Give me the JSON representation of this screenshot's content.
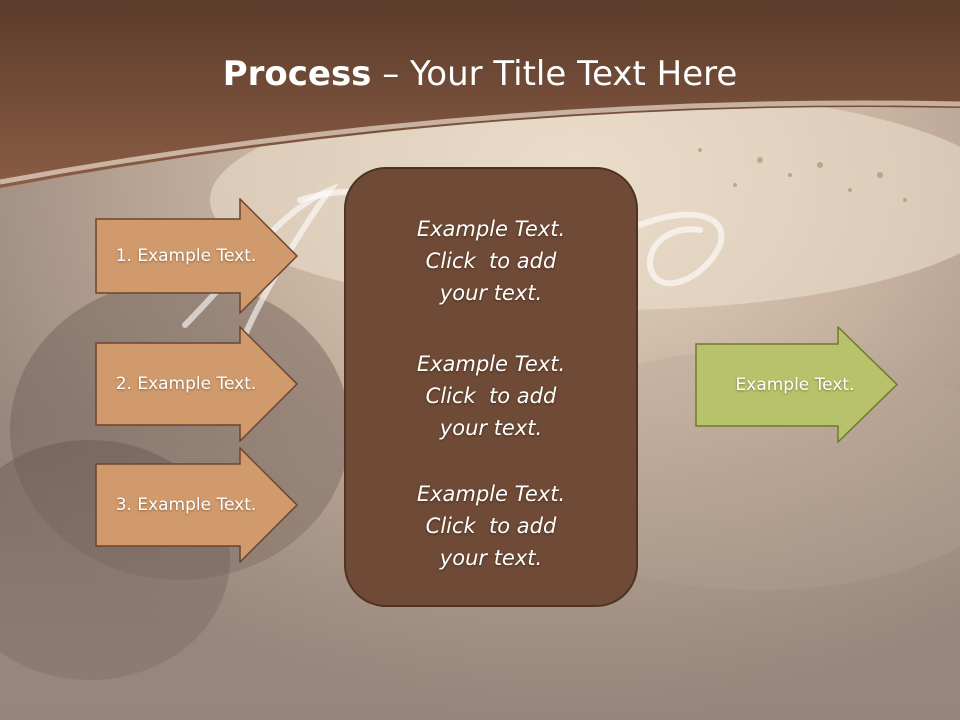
{
  "slide": {
    "title_bold": "Process",
    "title_rest": " – Your Title Text Here",
    "steps": [
      {
        "label": "1. Example Text."
      },
      {
        "label": "2. Example Text."
      },
      {
        "label": "3. Example Text."
      }
    ],
    "center_blocks": [
      {
        "line1": "Example Text.",
        "line2": "Click  to add",
        "line3": "your text."
      },
      {
        "line1": "Example Text.",
        "line2": "Click  to add",
        "line3": "your text."
      },
      {
        "line1": "Example Text.",
        "line2": "Click  to add",
        "line3": "your text."
      }
    ],
    "result": {
      "label": "Example Text."
    },
    "colors": {
      "header": "#6e4a38",
      "step_arrow_fill": "#d09a6c",
      "step_arrow_stroke": "#6b4530",
      "center_box_fill": "#6f4b37",
      "result_arrow_fill": "#b8c26a",
      "result_arrow_stroke": "#6f7a2e"
    }
  }
}
